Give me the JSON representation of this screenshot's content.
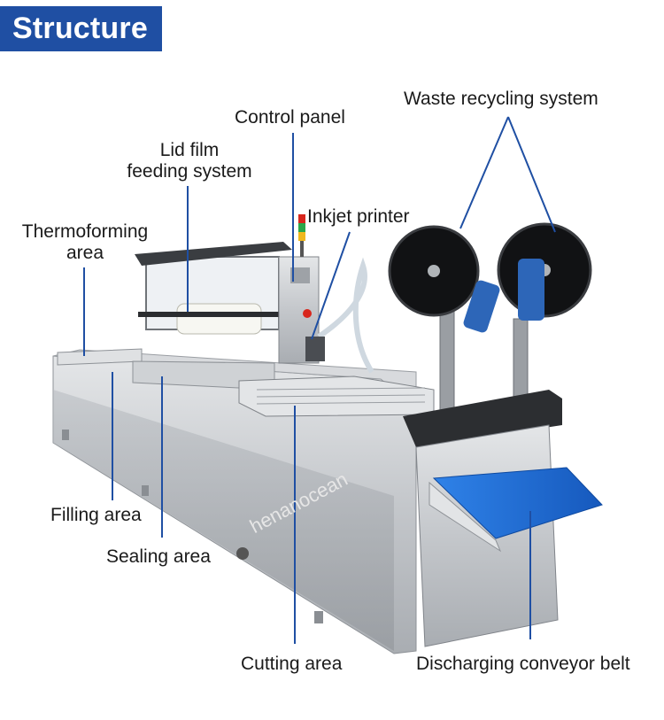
{
  "heading": "Structure",
  "watermark": "henanocean",
  "colors": {
    "badge": "#1f4fa3",
    "leader": "#1f4fa3",
    "steel": "#c9ccd0",
    "belt": "#1e6fd6"
  },
  "labels": {
    "control_panel": "Control panel",
    "lid_film_line1": "Lid film",
    "lid_film_line2": "feeding system",
    "thermo_line1": "Thermoforming",
    "thermo_line2": "area",
    "inkjet": "Inkjet printer",
    "waste": "Waste recycling system",
    "filling": "Filling area",
    "sealing": "Sealing area",
    "cutting": "Cutting area",
    "discharging": "Discharging conveyor belt"
  }
}
